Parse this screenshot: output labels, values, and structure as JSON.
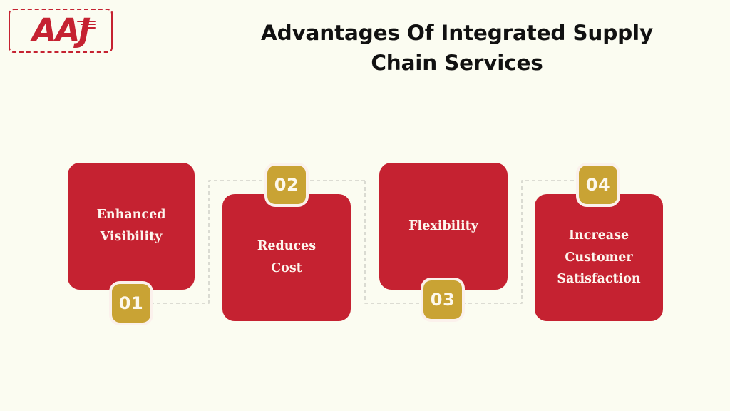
{
  "page": {
    "background_color": "#FBFCF1",
    "title_line_1": "Advantages Of Integrated Supply",
    "title_line_2": "Chain Services"
  },
  "logo": {
    "text": "AAJ",
    "color": "#C52231",
    "accent_shape": "speed-lines"
  },
  "theme": {
    "card_color": "#C52231",
    "badge_color": "#C9A334",
    "badge_ring_color": "#FBF1EC",
    "text_color": "#FDF6EE",
    "title_color": "#111111",
    "connector_color": "#C9C9C1"
  },
  "cards": [
    {
      "number": "01",
      "label": "Enhanced\nVisibility",
      "badge_position": "bottom"
    },
    {
      "number": "02",
      "label": "Reduces\nCost",
      "badge_position": "top"
    },
    {
      "number": "03",
      "label": "Flexibility",
      "badge_position": "bottom"
    },
    {
      "number": "04",
      "label": "Increase\nCustomer\nSatisfaction",
      "badge_position": "top"
    }
  ]
}
